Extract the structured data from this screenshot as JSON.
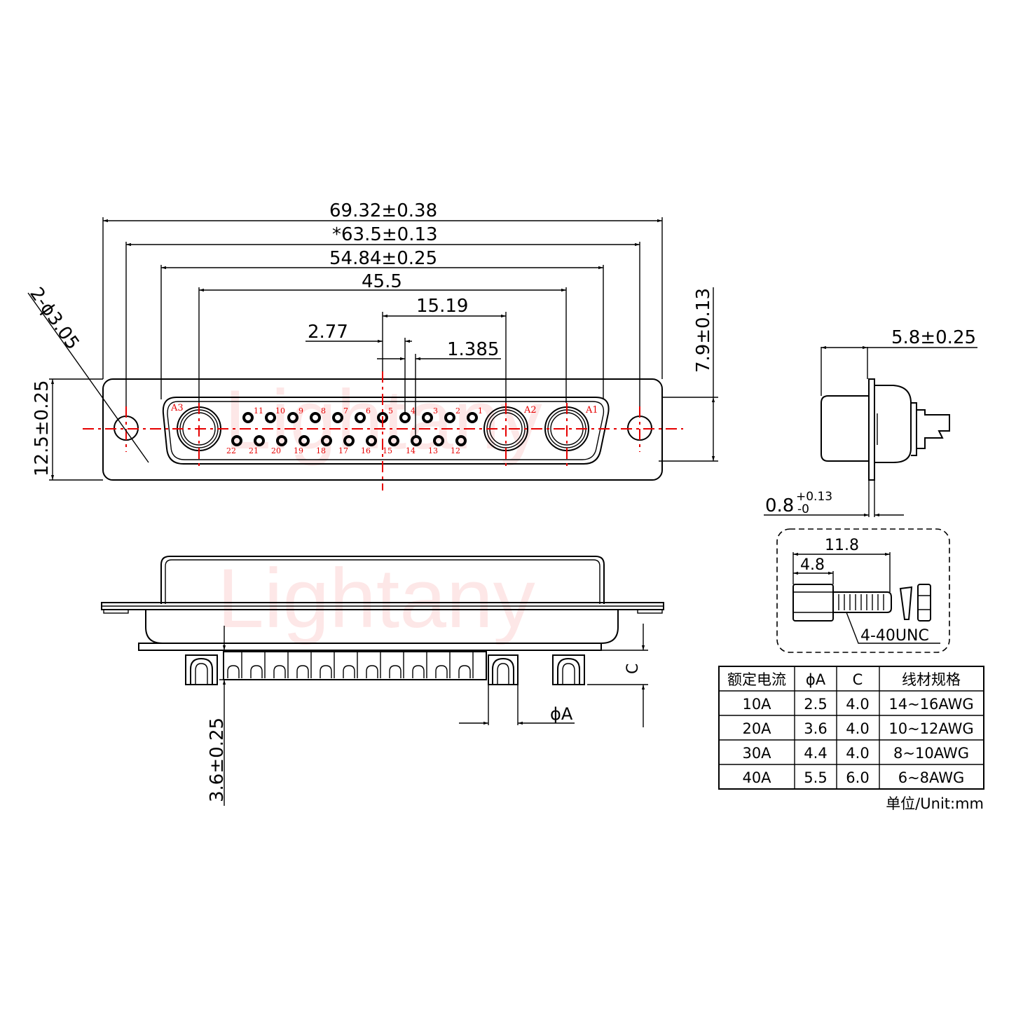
{
  "watermark": "Lightany",
  "colors": {
    "line": "#000000",
    "centerline": "#e60000",
    "pin_label": "#e60000",
    "watermark": "#fde7e7"
  },
  "front_view": {
    "dimensions": {
      "overall_width": "69.32±0.38",
      "mount_hole_spacing": "*63.5±0.13",
      "shell_width": "54.84±0.25",
      "large_contact_spacing": "45.5",
      "pin_offset": "15.19",
      "pin_pitch": "2.77",
      "half_pitch": "1.385",
      "flange_height": "12.5±0.25",
      "shell_height": "7.9±0.13",
      "mount_hole": "2-ϕ3.05"
    },
    "pin_labels_top": [
      "11",
      "10",
      "9",
      "8",
      "7",
      "6",
      "5",
      "4",
      "3",
      "2",
      "1"
    ],
    "pin_labels_bottom": [
      "22",
      "21",
      "20",
      "19",
      "18",
      "17",
      "16",
      "15",
      "14",
      "13",
      "12"
    ],
    "large_contacts": [
      "A3",
      "A2",
      "A1"
    ]
  },
  "side_view": {
    "depth": "5.8±0.25",
    "flange_thickness": "0.8",
    "flange_tol_plus": "+0.13",
    "flange_tol_minus": "-0"
  },
  "screw_detail": {
    "total_length": "11.8",
    "head_length": "4.8",
    "thread": "4-40UNC"
  },
  "bottom_view": {
    "tail_length": "3.6±0.25",
    "c_label": "C",
    "diameter_label": "ϕA"
  },
  "spec_table": {
    "headers": [
      "额定电流",
      "ϕA",
      "C",
      "线材规格"
    ],
    "rows": [
      [
        "10A",
        "2.5",
        "4.0",
        "14~16AWG"
      ],
      [
        "20A",
        "3.6",
        "4.0",
        "10~12AWG"
      ],
      [
        "30A",
        "4.4",
        "4.0",
        "8~10AWG"
      ],
      [
        "40A",
        "5.5",
        "6.0",
        "6~8AWG"
      ]
    ],
    "unit_note": "单位/Unit:mm"
  }
}
